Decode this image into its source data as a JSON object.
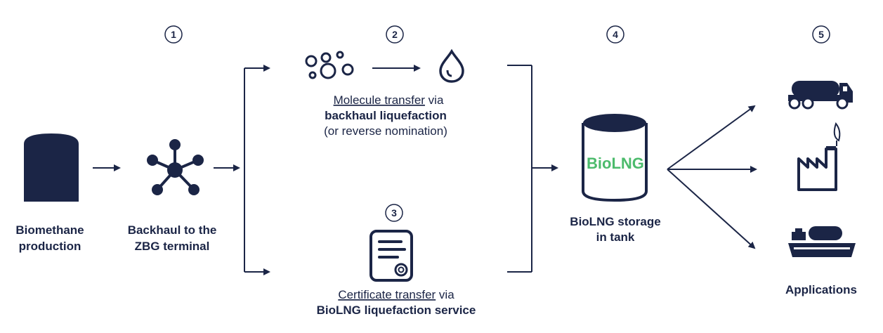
{
  "colors": {
    "navy": "#1b2546",
    "green": "#4cbb6c"
  },
  "steps": [
    "1",
    "2",
    "3",
    "4",
    "5"
  ],
  "labels": {
    "biomethane_line1": "Biomethane",
    "biomethane_line2": "production",
    "backhaul_line1": "Backhaul to the",
    "backhaul_line2": "ZBG terminal",
    "molecule_link": "Molecule transfer",
    "molecule_via": " via",
    "molecule_bold": "backhaul liquefaction",
    "molecule_paren": "(or reverse nomination)",
    "certificate_link": "Certificate transfer",
    "certificate_via": " via",
    "certificate_bold": "BioLNG liquefaction service",
    "tank_text": "BioLNG",
    "storage_line1": "BioLNG storage",
    "storage_line2": "in tank",
    "applications": "Applications"
  },
  "icons": [
    "biomethane-dome-icon",
    "network-hub-icon",
    "molecules-icon",
    "droplet-icon",
    "certificate-icon",
    "tank-icon",
    "truck-icon",
    "factory-icon",
    "ship-icon"
  ]
}
